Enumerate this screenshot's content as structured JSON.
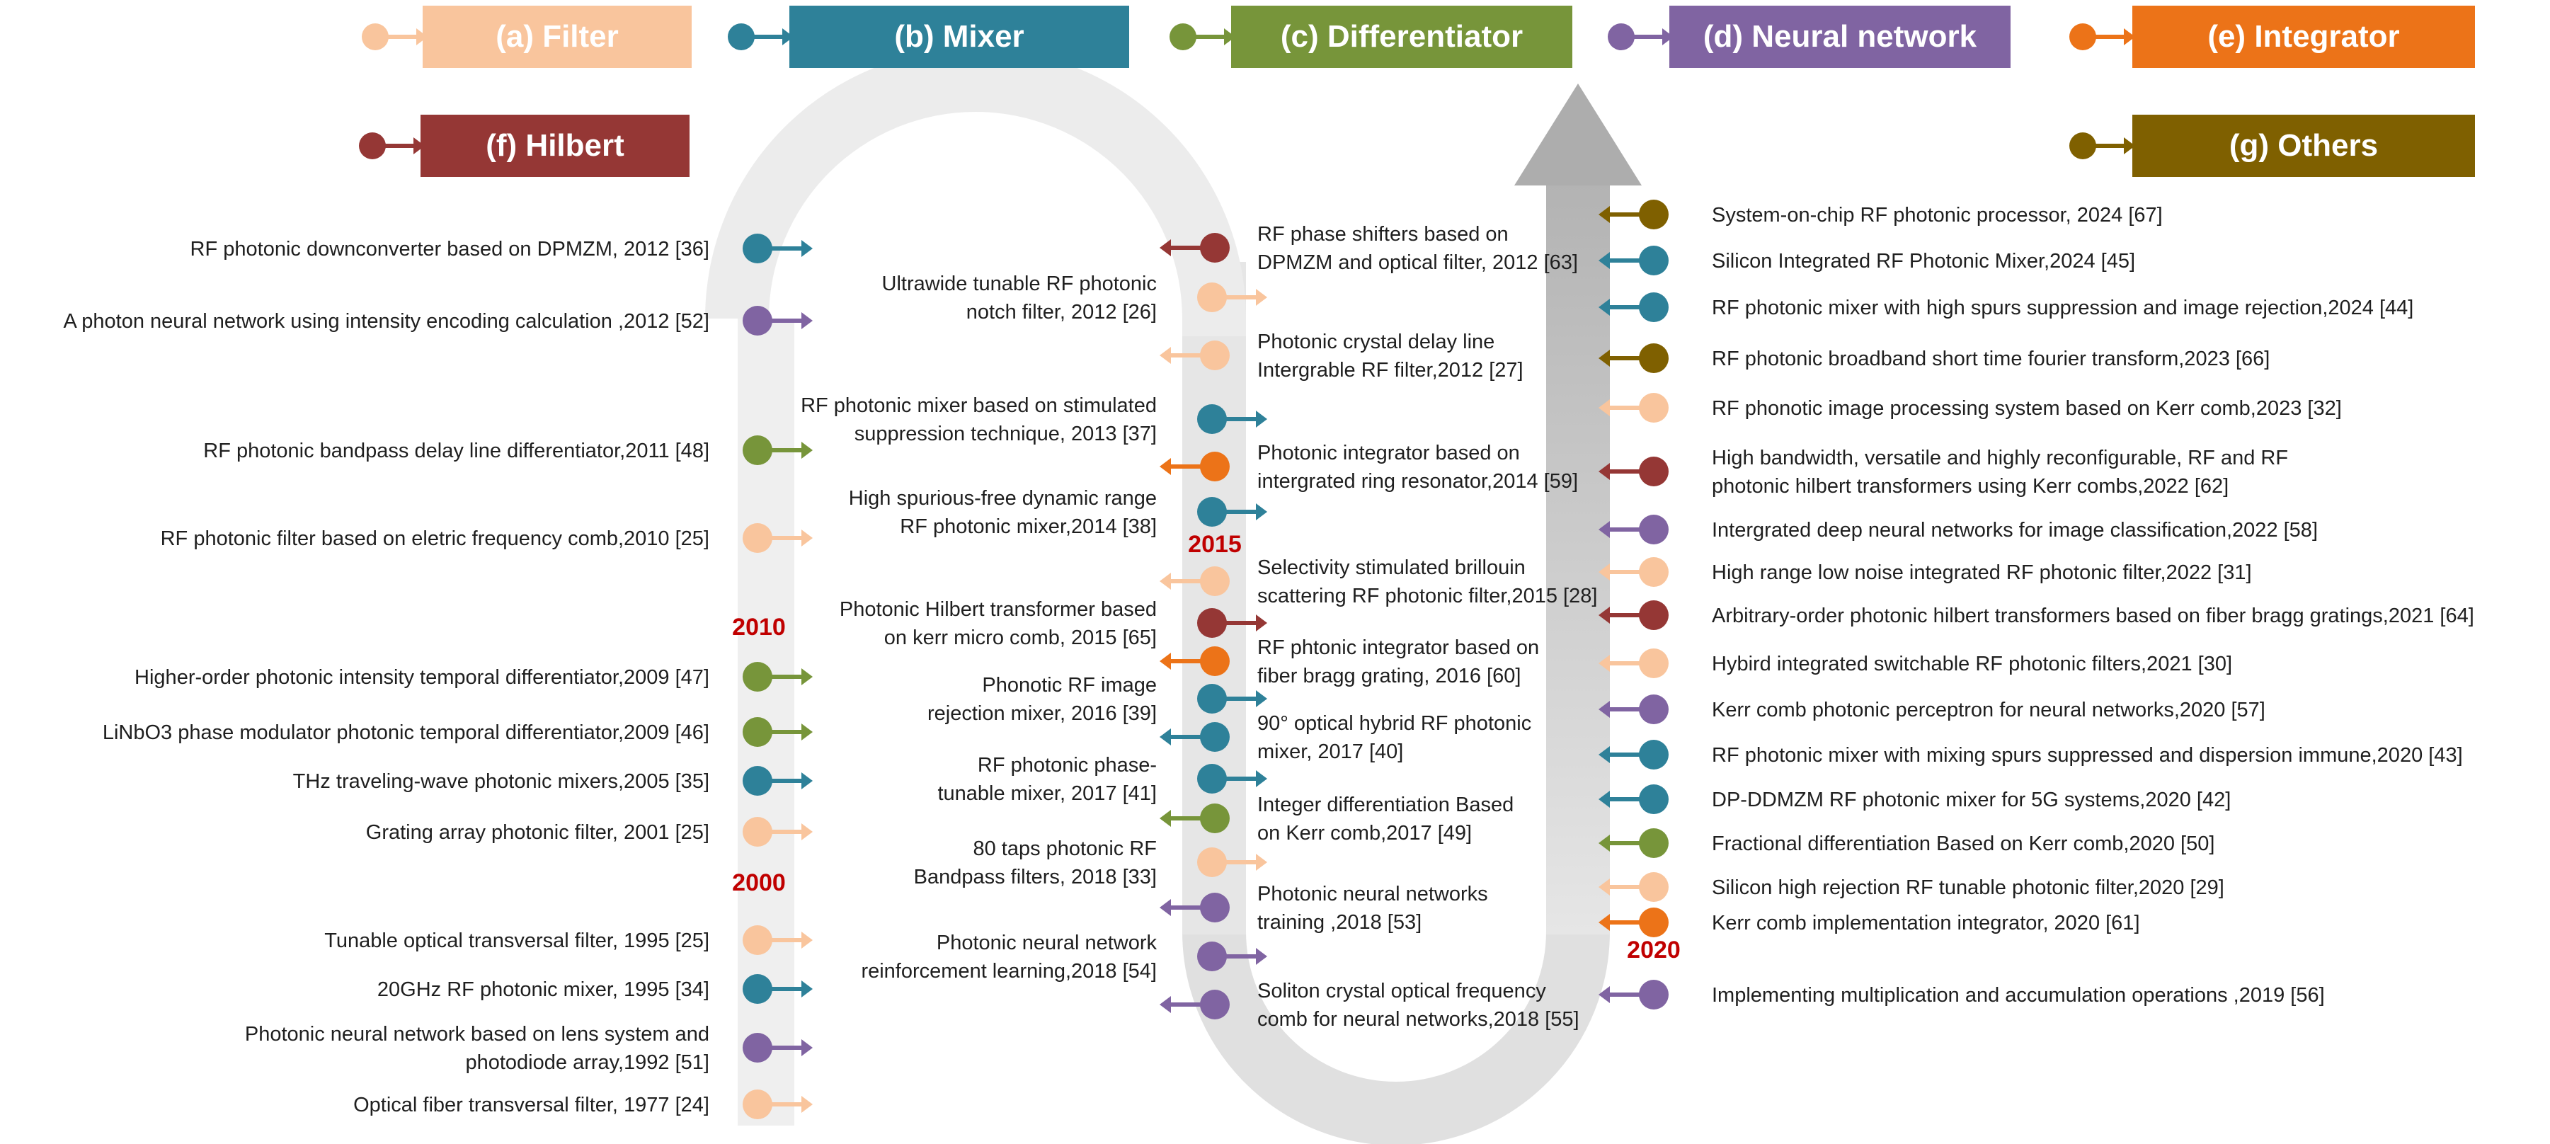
{
  "colors": {
    "filter": "#f9c59d",
    "mixer": "#2e8199",
    "differentiator": "#77953a",
    "neural": "#8064a2",
    "integrator": "#ec7318",
    "hilbert": "#953735",
    "others": "#7f6000",
    "year": "#c00000",
    "path": "#e6e6e6",
    "path_end": "#b3b3b3"
  },
  "categories": [
    {
      "key": "filter",
      "label": "(a) Filter"
    },
    {
      "key": "mixer",
      "label": "(b) Mixer"
    },
    {
      "key": "differentiator",
      "label": "(c) Differentiator"
    },
    {
      "key": "neural",
      "label": "(d) Neural network"
    },
    {
      "key": "integrator",
      "label": "(e) Integrator"
    },
    {
      "key": "hilbert",
      "label": "(f) Hilbert"
    },
    {
      "key": "others",
      "label": "(g) Others"
    }
  ],
  "years": [
    "2000",
    "2010",
    "2015",
    "2020"
  ],
  "columns": [
    {
      "id": "left",
      "items": [
        {
          "cat": "mixer",
          "lines": [
            "RF photonic downconverter based on DPMZM, 2012 [36]"
          ]
        },
        {
          "cat": "neural",
          "lines": [
            "A photon neural network using intensity encoding calculation ,2012 [52]"
          ]
        },
        {
          "cat": "differentiator",
          "lines": [
            "RF photonic bandpass delay line differentiator,2011 [48]"
          ]
        },
        {
          "cat": "filter",
          "lines": [
            "RF photonic filter based on eletric frequency comb,2010 [25]"
          ]
        },
        {
          "cat": "differentiator",
          "lines": [
            "Higher-order photonic intensity temporal differentiator,2009 [47]"
          ]
        },
        {
          "cat": "differentiator",
          "lines": [
            "LiNbO3 phase modulator photonic temporal differentiator,2009 [46]"
          ]
        },
        {
          "cat": "mixer",
          "lines": [
            "THz traveling-wave photonic mixers,2005 [35]"
          ]
        },
        {
          "cat": "filter",
          "lines": [
            "Grating array photonic filter, 2001 [25]"
          ]
        },
        {
          "cat": "filter",
          "lines": [
            "Tunable optical transversal filter, 1995 [25]"
          ]
        },
        {
          "cat": "mixer",
          "lines": [
            "20GHz RF photonic mixer, 1995 [34]"
          ]
        },
        {
          "cat": "neural",
          "lines": [
            "Photonic neural network based on lens system and",
            "photodiode array,1992 [51]"
          ]
        },
        {
          "cat": "filter",
          "lines": [
            "Optical fiber transversal filter, 1977 [24]"
          ]
        }
      ]
    },
    {
      "id": "mid-left",
      "items": [
        {
          "cat": "filter",
          "lines": [
            "Ultrawide tunable RF photonic",
            "notch filter, 2012 [26]"
          ]
        },
        {
          "cat": "mixer",
          "lines": [
            "RF photonic mixer based on stimulated",
            "suppression technique, 2013 [37]"
          ]
        },
        {
          "cat": "mixer",
          "lines": [
            "High spurious-free dynamic range",
            "RF photonic mixer,2014 [38]"
          ]
        },
        {
          "cat": "hilbert",
          "lines": [
            "Photonic Hilbert transformer based",
            "on kerr micro comb, 2015 [65]"
          ]
        },
        {
          "cat": "mixer",
          "lines": [
            "Phonotic RF image",
            "rejection mixer, 2016 [39]"
          ]
        },
        {
          "cat": "mixer",
          "lines": [
            "RF photonic phase-",
            "tunable mixer, 2017 [41]"
          ]
        },
        {
          "cat": "filter",
          "lines": [
            "80 taps  photonic RF",
            "Bandpass filters, 2018 [33]"
          ]
        },
        {
          "cat": "neural",
          "lines": [
            "Photonic neural network",
            "reinforcement learning,2018 [54]"
          ]
        }
      ]
    },
    {
      "id": "mid-right",
      "items": [
        {
          "cat": "hilbert",
          "lines": [
            "RF phase shifters based on",
            "DPMZM and optical filter, 2012 [63]"
          ]
        },
        {
          "cat": "filter",
          "lines": [
            "Photonic crystal delay line",
            "Intergrable RF filter,2012 [27]"
          ]
        },
        {
          "cat": "integrator",
          "lines": [
            "Photonic integrator based on",
            "intergrated ring resonator,2014 [59]"
          ]
        },
        {
          "cat": "filter",
          "lines": [
            "Selectivity stimulated brillouin",
            "scattering RF photonic filter,2015 [28]"
          ]
        },
        {
          "cat": "integrator",
          "lines": [
            "RF phtonic integrator based on",
            "fiber bragg grating, 2016 [60]"
          ]
        },
        {
          "cat": "mixer",
          "lines": [
            "90° optical hybrid RF  photonic",
            "mixer, 2017 [40]"
          ]
        },
        {
          "cat": "differentiator",
          "lines": [
            "Integer differentiation Based",
            "on  Kerr comb,2017 [49]"
          ]
        },
        {
          "cat": "neural",
          "lines": [
            "Photonic neural networks",
            "training ,2018 [53]"
          ]
        },
        {
          "cat": "neural",
          "lines": [
            "Soliton crystal optical frequency",
            "comb for neural networks,2018 [55]"
          ]
        }
      ]
    },
    {
      "id": "right",
      "items": [
        {
          "cat": "others",
          "lines": [
            "System-on-chip RF photonic processor, 2024 [67]"
          ]
        },
        {
          "cat": "mixer",
          "lines": [
            "Silicon Integrated RF Photonic Mixer,2024 [45]"
          ]
        },
        {
          "cat": "mixer",
          "lines": [
            "RF photonic mixer with high spurs suppression and image rejection,2024 [44]"
          ]
        },
        {
          "cat": "others",
          "lines": [
            "RF photonic broadband short time fourier transform,2023 [66]"
          ]
        },
        {
          "cat": "filter",
          "lines": [
            "RF phonotic image processing system based on Kerr comb,2023 [32]"
          ]
        },
        {
          "cat": "hilbert",
          "lines": [
            "High bandwidth, versatile and highly reconfigurable, RF and RF",
            "photonic hilbert transformers using Kerr combs,2022 [62]"
          ]
        },
        {
          "cat": "neural",
          "lines": [
            "Intergrated deep neural networks for image classification,2022 [58]"
          ]
        },
        {
          "cat": "filter",
          "lines": [
            "High range low noise integrated RF photonic filter,2022 [31]"
          ]
        },
        {
          "cat": "hilbert",
          "lines": [
            "Arbitrary-order photonic hilbert transformers based on fiber bragg gratings,2021 [64]"
          ]
        },
        {
          "cat": "filter",
          "lines": [
            "Hybird integrated switchable RF photonic filters,2021 [30]"
          ]
        },
        {
          "cat": "neural",
          "lines": [
            "Kerr comb photonic perceptron for neural networks,2020 [57]"
          ]
        },
        {
          "cat": "mixer",
          "lines": [
            "RF photonic mixer with mixing spurs suppressed and dispersion immune,2020 [43]"
          ]
        },
        {
          "cat": "mixer",
          "lines": [
            "DP-DDMZM RF photonic mixer for 5G systems,2020 [42]"
          ]
        },
        {
          "cat": "differentiator",
          "lines": [
            "Fractional differentiation Based on Kerr comb,2020 [50]"
          ]
        },
        {
          "cat": "filter",
          "lines": [
            "Silicon high rejection RF tunable photonic filter,2020 [29]"
          ]
        },
        {
          "cat": "integrator",
          "lines": [
            "Kerr comb implementation integrator, 2020 [61]"
          ]
        },
        {
          "cat": "neural",
          "lines": [
            "Implementing multiplication and accumulation operations ,2019 [56]"
          ]
        }
      ]
    }
  ]
}
